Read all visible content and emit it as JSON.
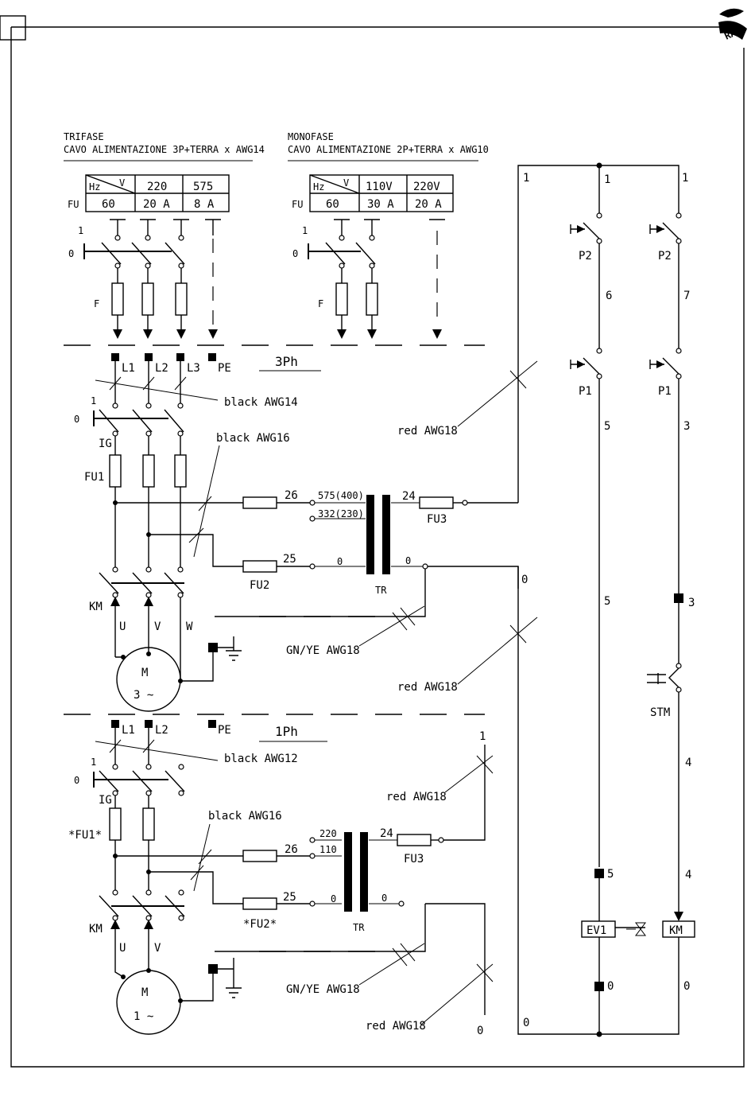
{
  "logo": {
    "text": "RAN"
  },
  "trifase": {
    "title1": "TRIFASE",
    "title2": "CAVO ALIMENTAZIONE 3P+TERRA x AWG14",
    "table": {
      "fu_label": "FU",
      "hz": "Hz",
      "v": "V",
      "cols": [
        "220",
        "575"
      ],
      "freq": "60",
      "amps": [
        "20 A",
        "8 A"
      ]
    }
  },
  "monofase": {
    "title1": "MONOFASE",
    "title2": "CAVO ALIMENTAZIONE 2P+TERRA x AWG10",
    "table": {
      "fu_label": "FU",
      "hz": "Hz",
      "v": "V",
      "cols": [
        "110V",
        "220V"
      ],
      "freq": "60",
      "amps": [
        "30 A",
        "20 A"
      ]
    }
  },
  "switch_labels": {
    "one": "1",
    "zero": "0",
    "fuse": "F"
  },
  "three_phase": {
    "label": "3Ph",
    "terminals": [
      "L1",
      "L2",
      "L3",
      "PE"
    ],
    "wires": {
      "black14": "black AWG14",
      "black16": "black AWG16",
      "red18a": "red AWG18",
      "red18b": "red AWG18",
      "gnye": "GN/YE AWG18"
    },
    "ig": "IG",
    "fu1": "FU1",
    "fu2": "FU2",
    "fu3": "FU3",
    "tr": "TR",
    "km": "KM",
    "motor": {
      "m": "M",
      "spec": "3 ~"
    },
    "uvw": [
      "U",
      "V",
      "W"
    ],
    "wire_nums": {
      "w26": "26",
      "w25": "25",
      "w24": "24",
      "w0a": "0",
      "w0b": "0",
      "w0c": "0"
    },
    "taps": [
      "575(400)",
      "332(230)"
    ]
  },
  "single_phase": {
    "label": "1Ph",
    "terminals": [
      "L1",
      "L2",
      "PE"
    ],
    "wires": {
      "black12": "black AWG12",
      "black16": "black AWG16",
      "red18a": "red AWG18",
      "red18b": "red AWG18",
      "gnye": "GN/YE AWG18"
    },
    "ig": "IG",
    "fu1": "*FU1*",
    "fu2": "*FU2*",
    "fu3": "FU3",
    "tr": "TR",
    "km": "KM",
    "motor": {
      "m": "M",
      "spec": "1 ~"
    },
    "uv": [
      "U",
      "V"
    ],
    "wire_nums": {
      "w26": "26",
      "w25": "25",
      "w24": "24",
      "w0a": "0",
      "w0b": "0",
      "w1": "1",
      "w0c": "0"
    },
    "taps": [
      "220",
      "110"
    ]
  },
  "control": {
    "n1a": "1",
    "n1b": "1",
    "n1c": "1",
    "p2a": "P2",
    "p2b": "P2",
    "n6": "6",
    "n7": "7",
    "p1a": "P1",
    "p1b": "P1",
    "n5a": "5",
    "n3a": "3",
    "n0": "0",
    "n5b": "5",
    "n3b": "3",
    "stm": "STM",
    "n4a": "4",
    "n5c": "5",
    "n4b": "4",
    "ev1": "EV1",
    "km": "KM",
    "n0a": "0",
    "n0b": "0",
    "n0bottom": "0"
  }
}
